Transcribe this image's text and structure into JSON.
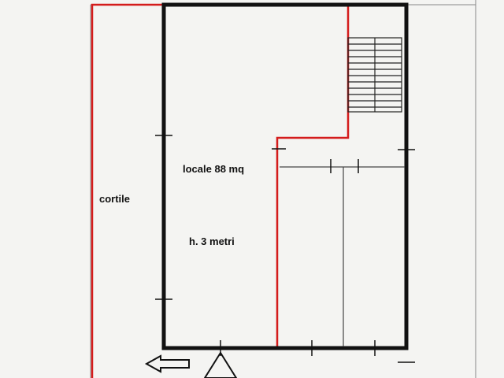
{
  "plan": {
    "colors": {
      "wall": "#111111",
      "boundary": "#d41c1c",
      "thin_line": "#444444",
      "paper": "#f4f4f2"
    },
    "labels": {
      "room_area": "locale 88 mq",
      "room_height": "h. 3 metri",
      "courtyard": "cortile"
    },
    "symbols": {
      "entrance_arrow": "left-arrow-icon",
      "north_marker": "triangle-icon",
      "stairs": "staircase-icon"
    }
  }
}
